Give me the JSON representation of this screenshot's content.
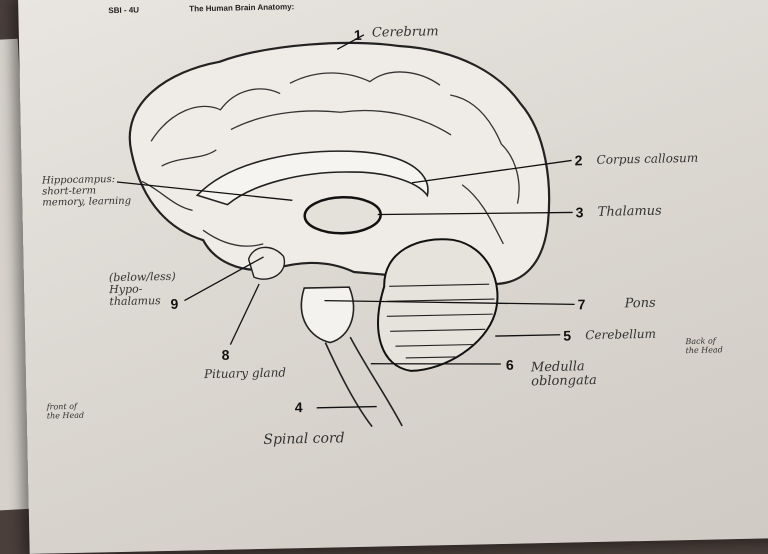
{
  "header": {
    "course_code": "SBI - 4U",
    "title": "The Human Brain Anatomy:"
  },
  "labels": [
    {
      "number": "1",
      "name": "Cerebrum"
    },
    {
      "number": "2",
      "name": "Corpus callosum"
    },
    {
      "number": "3",
      "name": "Thalamus"
    },
    {
      "number": "7",
      "name": "Pons"
    },
    {
      "number": "5",
      "name": "Cerebellum"
    },
    {
      "number": "6",
      "name": "Medulla\noblongata"
    },
    {
      "number": "9",
      "name": "(below/less)\nHypo-\nthalamus"
    },
    {
      "number": "8",
      "name": "Pituary gland"
    },
    {
      "number": "4",
      "name": "Spinal cord"
    }
  ],
  "notes": {
    "hippocampus": "Hippocampus:\nshort-term\nmemory, learning",
    "front": "front of\nthe Head",
    "back": "Back of\nthe Head"
  }
}
